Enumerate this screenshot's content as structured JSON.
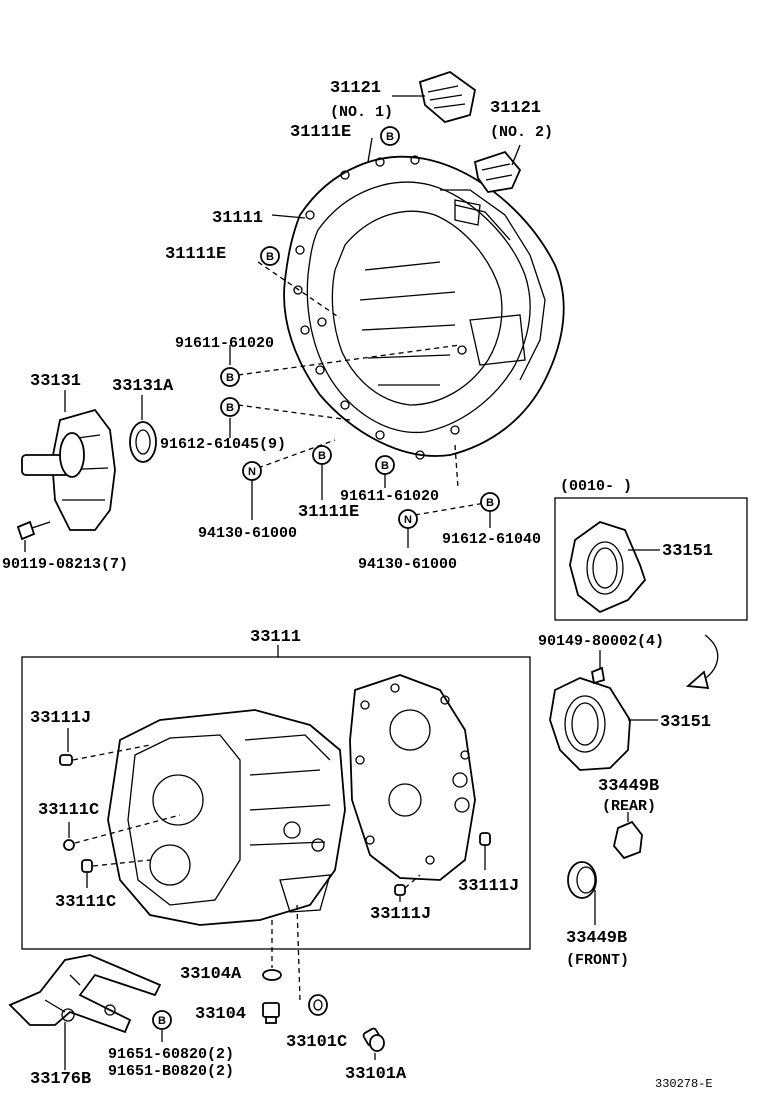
{
  "labels": {
    "p31121_a": "31121",
    "no1": "(NO. 1)",
    "p31121_b": "31121",
    "no2": "(NO. 2)",
    "p31111e_top": "31111E",
    "p31111": "31111",
    "p31111e_mid": "31111E",
    "p91611_a": "91611-61020",
    "p33131": "33131",
    "p33131a": "33131A",
    "p91612_9": "91612-61045(9)",
    "p91611_b": "91611-61020",
    "p31111e_bot": "31111E",
    "p94130_a": "94130-61000",
    "p90119": "90119-08213(7)",
    "p0010": "(0010-          )",
    "p91612_b": "91612-61040",
    "p94130_b": "94130-61000",
    "p33151_a": "33151",
    "p33111": "33111",
    "p90149": "90149-80002(4)",
    "p33111j_a": "33111J",
    "p33151_b": "33151",
    "p33449b_rear": "33449B",
    "rear": "(REAR)",
    "p33111c_a": "33111C",
    "p33111c_b": "33111C",
    "p33111j_b": "33111J",
    "p33111j_c": "33111J",
    "p33449b_front": "33449B",
    "front": "(FRONT)",
    "p33104a": "33104A",
    "p33104": "33104",
    "p33101c": "33101C",
    "p91651_a": "91651-60820(2)",
    "p91651_b": "91651-B0820(2)",
    "p33176b": "33176B",
    "p33101a": "33101A",
    "diagram_id": "330278-E"
  },
  "markers": {
    "b": "B",
    "n": "N"
  }
}
